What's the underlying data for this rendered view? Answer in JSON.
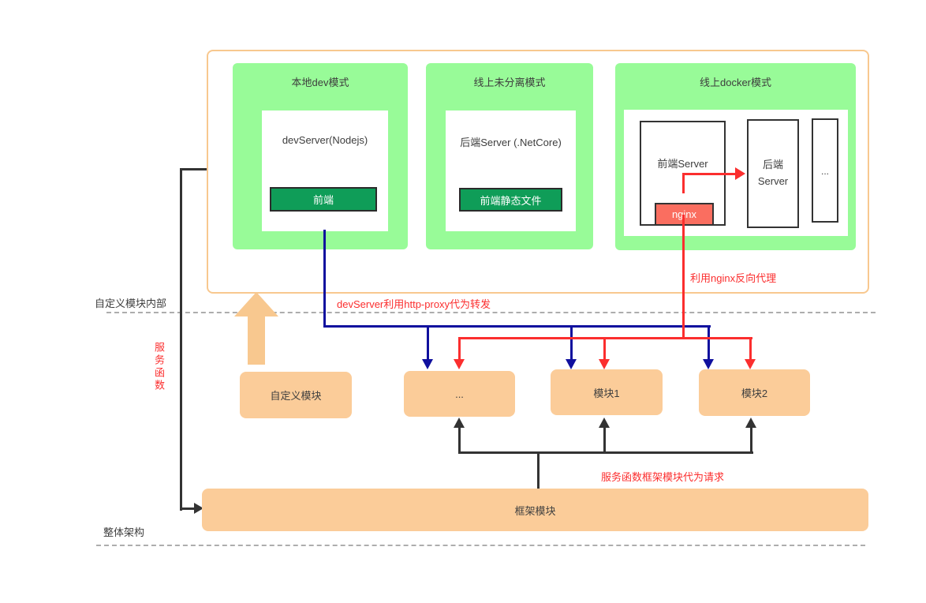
{
  "colors": {
    "container_border": "#f8c88f",
    "panel_green": "#98fb98",
    "button_green": "#0f9d58",
    "nginx_red": "#fa6e60",
    "module_orange": "#fbcc99",
    "big_arrow_orange": "#f8c88f",
    "line_blue": "#10109e",
    "line_red": "#fb2e2e",
    "line_black": "#333333",
    "annotation_red": "#fb2e2e"
  },
  "panels": [
    {
      "title": "本地dev模式",
      "server": "devServer(Nodejs)",
      "badge": "前端"
    },
    {
      "title": "线上未分离模式",
      "server": "后端Server (.NetCore)",
      "badge": "前端静态文件"
    },
    {
      "title": "线上docker模式",
      "front_server": "前端Server",
      "nginx": "nginx",
      "back_server_line1": "后端",
      "back_server_line2": "Server",
      "dots": "..."
    }
  ],
  "annotations": {
    "dev_proxy": "devServer利用http-proxy代为转发",
    "nginx_proxy": "利用nginx反向代理",
    "frame_proxy": "服务函数框架模块代为请求",
    "service_fn": "服务函数"
  },
  "section_labels": {
    "custom_internal": "自定义模块内部",
    "overall": "整体架构"
  },
  "modules": {
    "custom": "自定义模块",
    "dots": "...",
    "m1": "模块1",
    "m2": "模块2",
    "frame": "框架模块"
  }
}
